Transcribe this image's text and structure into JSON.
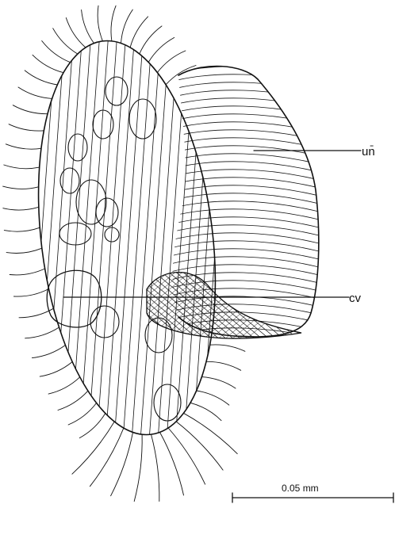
{
  "labels": {
    "un": "un̄",
    "cv": "cv"
  },
  "scale_bar": {
    "label": "0.05 mm"
  }
}
